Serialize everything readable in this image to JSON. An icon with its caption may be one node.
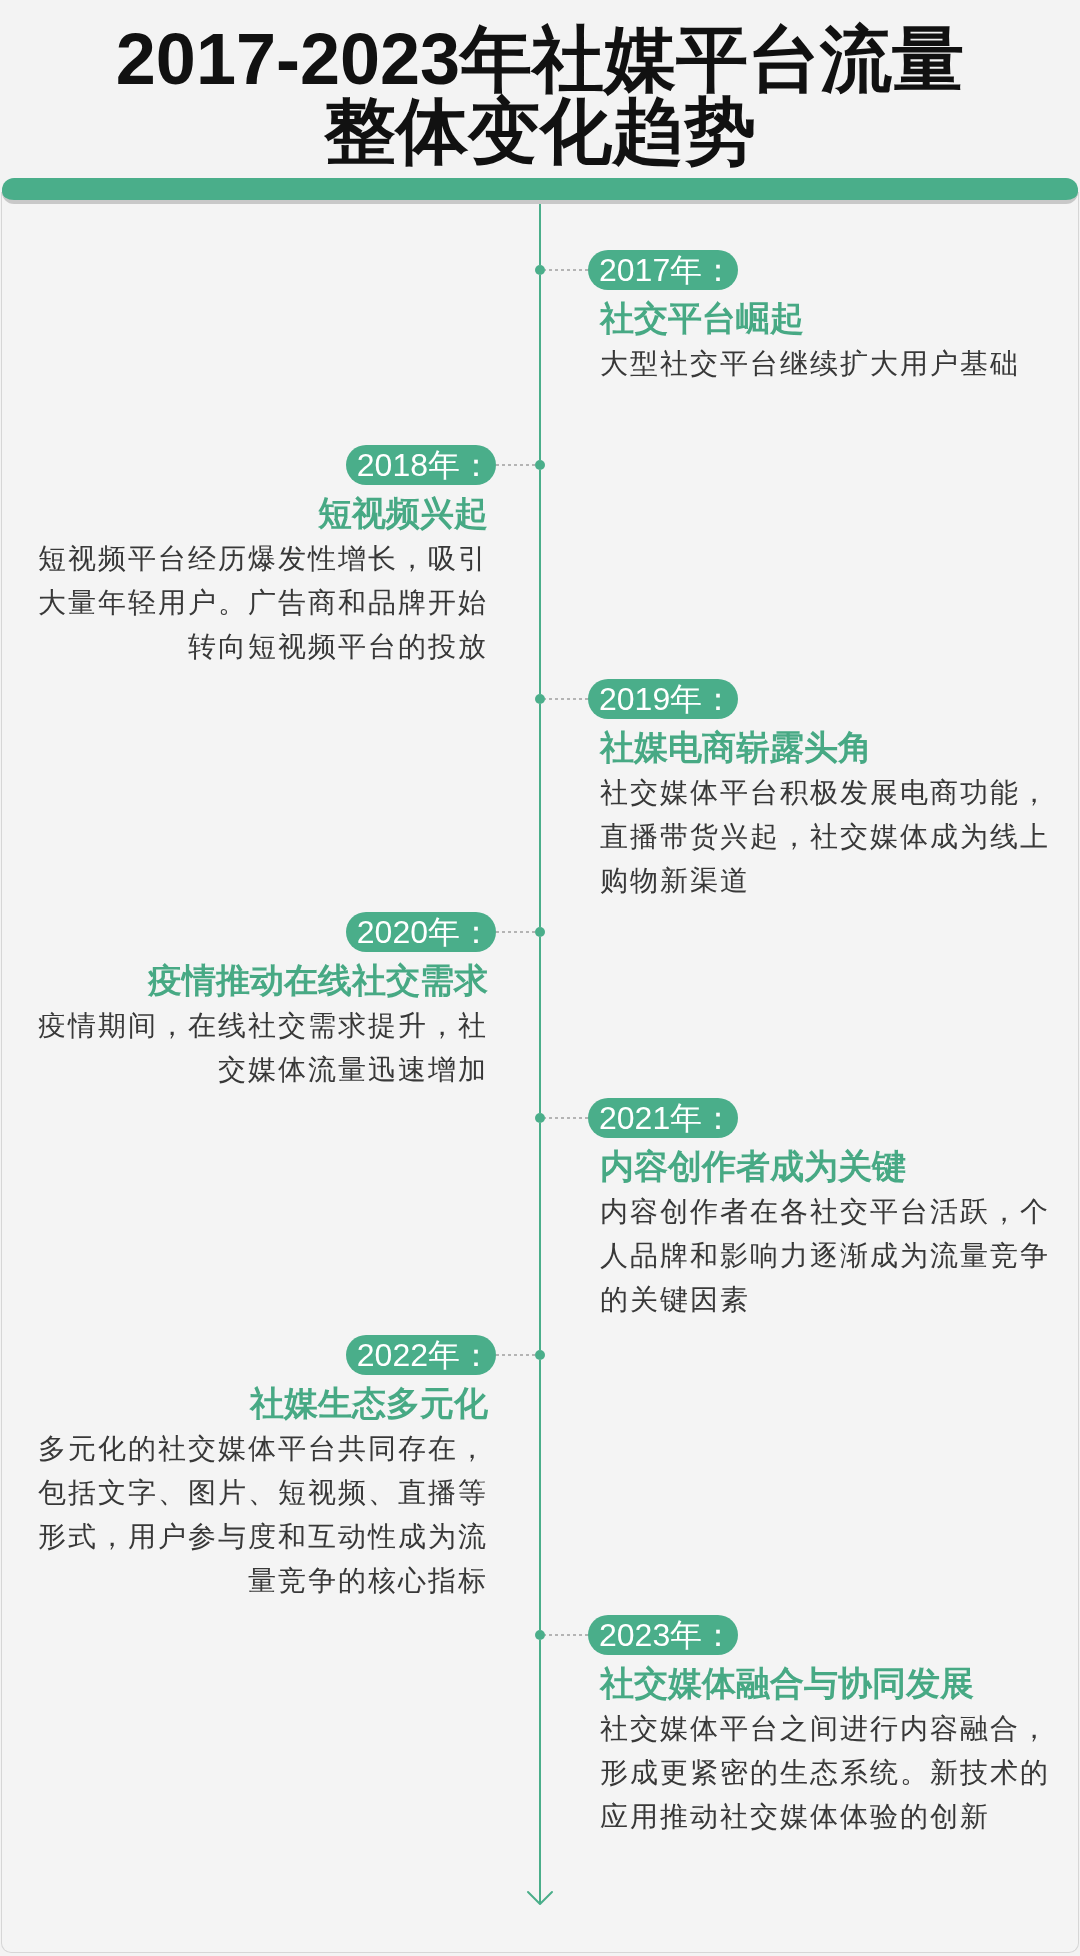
{
  "diagram": {
    "title": "2017-2023年社媒平台流量整体变化趋势",
    "nodes": [
      {
        "text": [],
        "shape": "bar"
      },
      {
        "text": [
          "2017年："
        ],
        "beside": [
          "社交平台崛起",
          "大型社交平台继续扩大用户基础"
        ]
      },
      {
        "text": [],
        "shape": "circle"
      },
      {
        "text": [
          "2018年："
        ],
        "beside": [
          "短视频兴起",
          "短视频平台经历爆发性增长，吸引大量年轻用户。广告商和品牌开始转向短视频平台的投放"
        ]
      },
      {
        "text": [],
        "shape": "circle"
      },
      {
        "text": [
          "2019年："
        ],
        "beside": [
          "社媒电商崭露头角",
          "社交媒体平台积极发展电商功能，直播带货兴起，社交媒体成为线上购物新渠道"
        ]
      },
      {
        "text": [],
        "shape": "circle"
      },
      {
        "text": [
          "2020年："
        ],
        "beside": [
          "疫情推动在线社交需求",
          "疫情期间，在线社交需求提升，社交媒体流量迅速增加"
        ]
      },
      {
        "text": [],
        "shape": "circle"
      },
      {
        "text": [
          "2021年："
        ],
        "beside": [
          "内容创作者成为关键",
          "内容创作者在各社交平台活跃，个人品牌和影响力逐渐成为流量竞争的关键因素"
        ]
      },
      {
        "text": [],
        "shape": "circle"
      },
      {
        "text": [
          "2022年："
        ],
        "beside": [
          "社媒生态多元化",
          "多元化的社交媒体平台共同存在，包括文字、图片、短视频、直播等形式，用户参与度和互动性成为流量竞争的核心指标"
        ]
      },
      {
        "text": [],
        "shape": "circle"
      },
      {
        "text": [
          "2023年："
        ],
        "beside": [
          "社交媒体融合与协同发展",
          "社交媒体平台之间进行内容融合，形成更紧密的生态系统。新技术的应用推动社交媒体体验的创新"
        ]
      },
      {
        "text": [],
        "shape": "circle"
      }
    ],
    "edges": [
      {
        "from": 0,
        "to": 2,
        "arrow": "none"
      },
      {
        "from": 2,
        "to": 4,
        "arrow": "none"
      },
      {
        "from": 4,
        "to": 6,
        "arrow": "none"
      },
      {
        "from": 6,
        "to": 8,
        "arrow": "none"
      },
      {
        "from": 8,
        "to": 10,
        "arrow": "none"
      },
      {
        "from": 10,
        "to": 12,
        "arrow": "none"
      },
      {
        "from": 12,
        "to": 14,
        "arrow": "none"
      },
      {
        "from": 14,
        "to": null,
        "arrow": "to"
      },
      {
        "from": 1,
        "to": 2,
        "arrow": "none",
        "style": "dashed",
        "color": "#9e9e9e"
      },
      {
        "from": 3,
        "to": 4,
        "arrow": "none",
        "style": "dashed",
        "color": "#9e9e9e"
      },
      {
        "from": 5,
        "to": 6,
        "arrow": "none",
        "style": "dashed",
        "color": "#9e9e9e"
      },
      {
        "from": 7,
        "to": 8,
        "arrow": "none",
        "style": "dashed",
        "color": "#9e9e9e"
      },
      {
        "from": 9,
        "to": 10,
        "arrow": "none",
        "style": "dashed",
        "color": "#9e9e9e"
      },
      {
        "from": 11,
        "to": 12,
        "arrow": "none",
        "style": "dashed",
        "color": "#9e9e9e"
      },
      {
        "from": 13,
        "to": 14,
        "arrow": "none",
        "style": "dashed",
        "color": "#9e9e9e"
      }
    ]
  }
}
